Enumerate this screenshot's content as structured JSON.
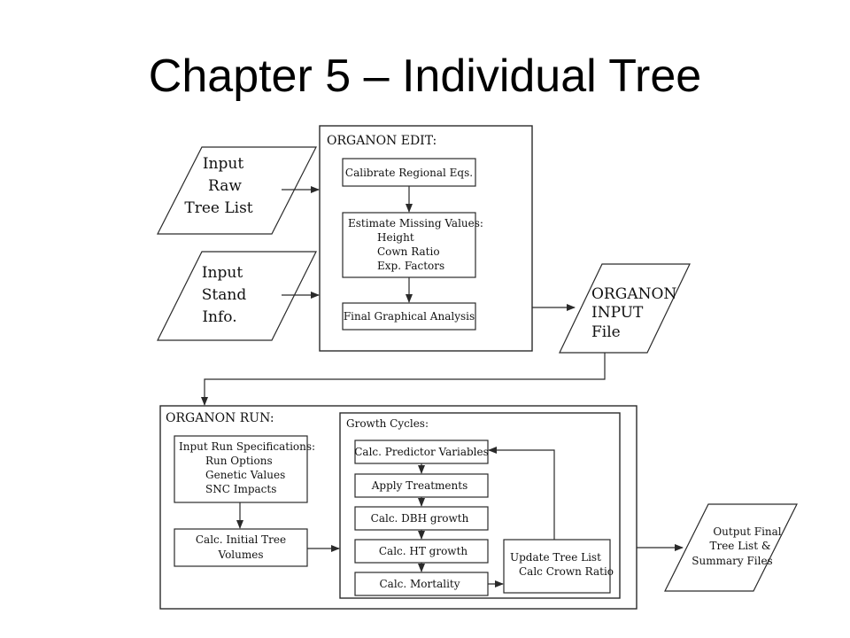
{
  "slide": {
    "title": "Chapter 5 – Individual Tree"
  },
  "diagram": {
    "inputs": {
      "raw_tree_list": [
        "Input",
        "Raw",
        "Tree List"
      ],
      "stand_info": [
        "Input",
        "Stand",
        "Info."
      ]
    },
    "edit": {
      "header": "ORGANON EDIT:",
      "calibrate": "Calibrate Regional Eqs.",
      "estimate": [
        "Estimate Missing Values:",
        "Height",
        "Cown Ratio",
        "Exp. Factors"
      ],
      "final": "Final Graphical Analysis"
    },
    "input_file": [
      "ORGANON",
      "INPUT",
      "File"
    ],
    "run": {
      "header": "ORGANON RUN:",
      "specs": [
        "Input Run Specifications:",
        "Run Options",
        "Genetic Values",
        "SNC Impacts"
      ],
      "initial": [
        "Calc. Initial Tree",
        "Volumes"
      ]
    },
    "growth": {
      "header": "Growth Cycles:",
      "predictor": "Calc. Predictor Variables",
      "treatments": "Apply Treatments",
      "dbh": "Calc. DBH growth",
      "ht": "Calc. HT growth",
      "mortality": "Calc. Mortality",
      "update": [
        "Update Tree List",
        "Calc Crown Ratio"
      ]
    },
    "output": [
      "Output Final",
      "Tree List &",
      "Summary Files"
    ]
  }
}
